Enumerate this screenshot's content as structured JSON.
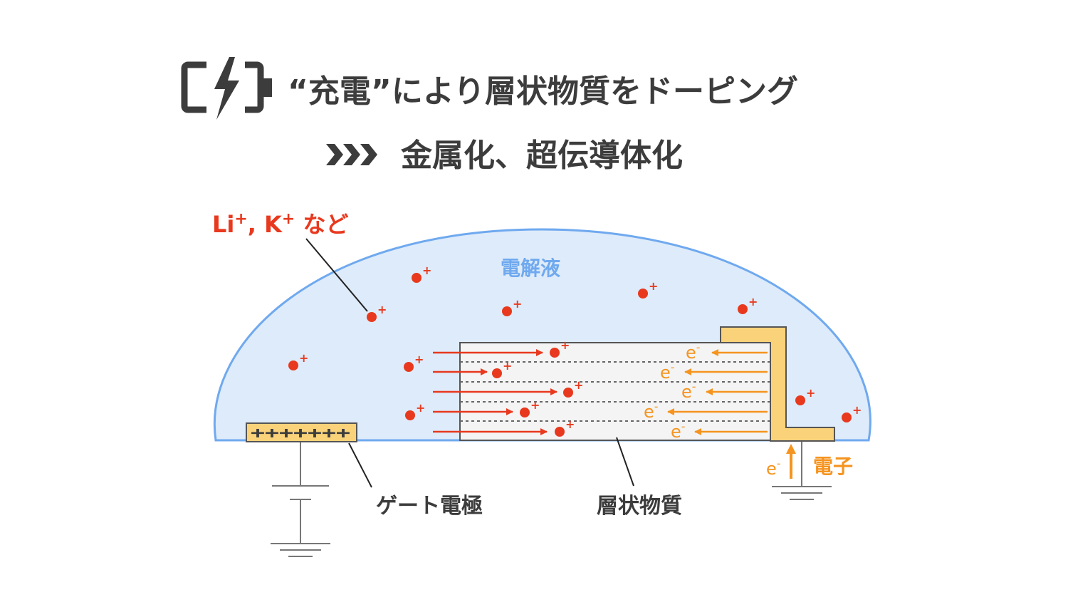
{
  "title": {
    "line1": "“充電”により層状物質をドーピング",
    "line2_arrow": ">>>",
    "line2": "金属化、超伝導体化",
    "icon": "battery-charging-icon"
  },
  "labels": {
    "ions_main": "Li",
    "ions_sep": ", K",
    "ions_tail": " など",
    "ion_charge": "+",
    "electrolyte": "電解液",
    "gate_electrode": "ゲート電極",
    "gate_charges": "+++++++",
    "layered_material": "層状物質",
    "electron_symbol": "e",
    "electron_charge": "-",
    "electron_label": "電子"
  },
  "colors": {
    "text": "#3c3c3c",
    "ion": "#e8391e",
    "electron": "#f5941f",
    "electrolyte_fill": "#deebfa",
    "electrolyte_stroke": "#6fa9ef",
    "electrode_fill": "#f9d27a",
    "material_fill": "#f4f4f4"
  }
}
